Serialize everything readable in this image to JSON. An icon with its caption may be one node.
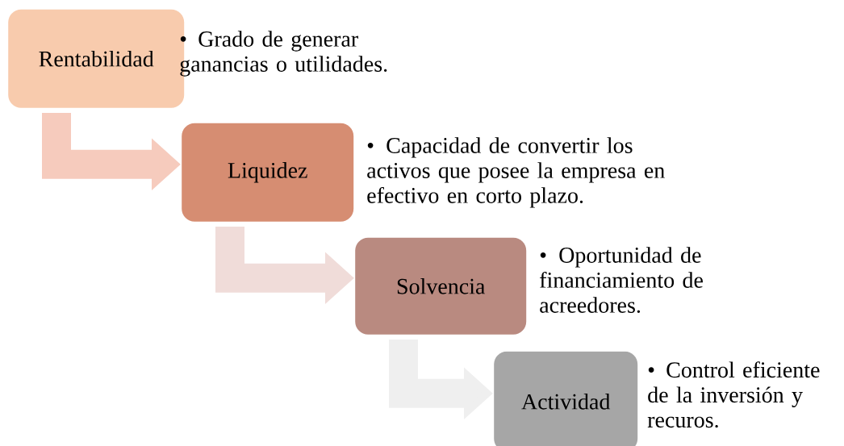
{
  "diagram": {
    "nodes": [
      {
        "text": [
          "Rentabilidad"
        ],
        "beside": [
          "Grado de generar ganancias o utilidades."
        ]
      },
      {
        "text": [
          "Liquidez"
        ],
        "beside": [
          "Capacidad de convertir los activos que posee la empresa en efectivo en corto plazo."
        ]
      },
      {
        "text": [
          "Solvencia"
        ],
        "beside": [
          "Oportunidad de financiamiento de acreedores."
        ]
      },
      {
        "text": [
          "Actividad"
        ],
        "beside": [
          "Control eficiente de la inversión y recuros."
        ]
      }
    ],
    "edges": [
      {
        "from": 0,
        "to": 1,
        "arrow": "to",
        "color": "#f6cbbd"
      },
      {
        "from": 1,
        "to": 2,
        "arrow": "to",
        "color": "#f0dcd9"
      },
      {
        "from": 2,
        "to": 3,
        "arrow": "to",
        "color": "#efefef"
      }
    ],
    "labels": [
      "•",
      "•",
      "•",
      "•"
    ]
  }
}
